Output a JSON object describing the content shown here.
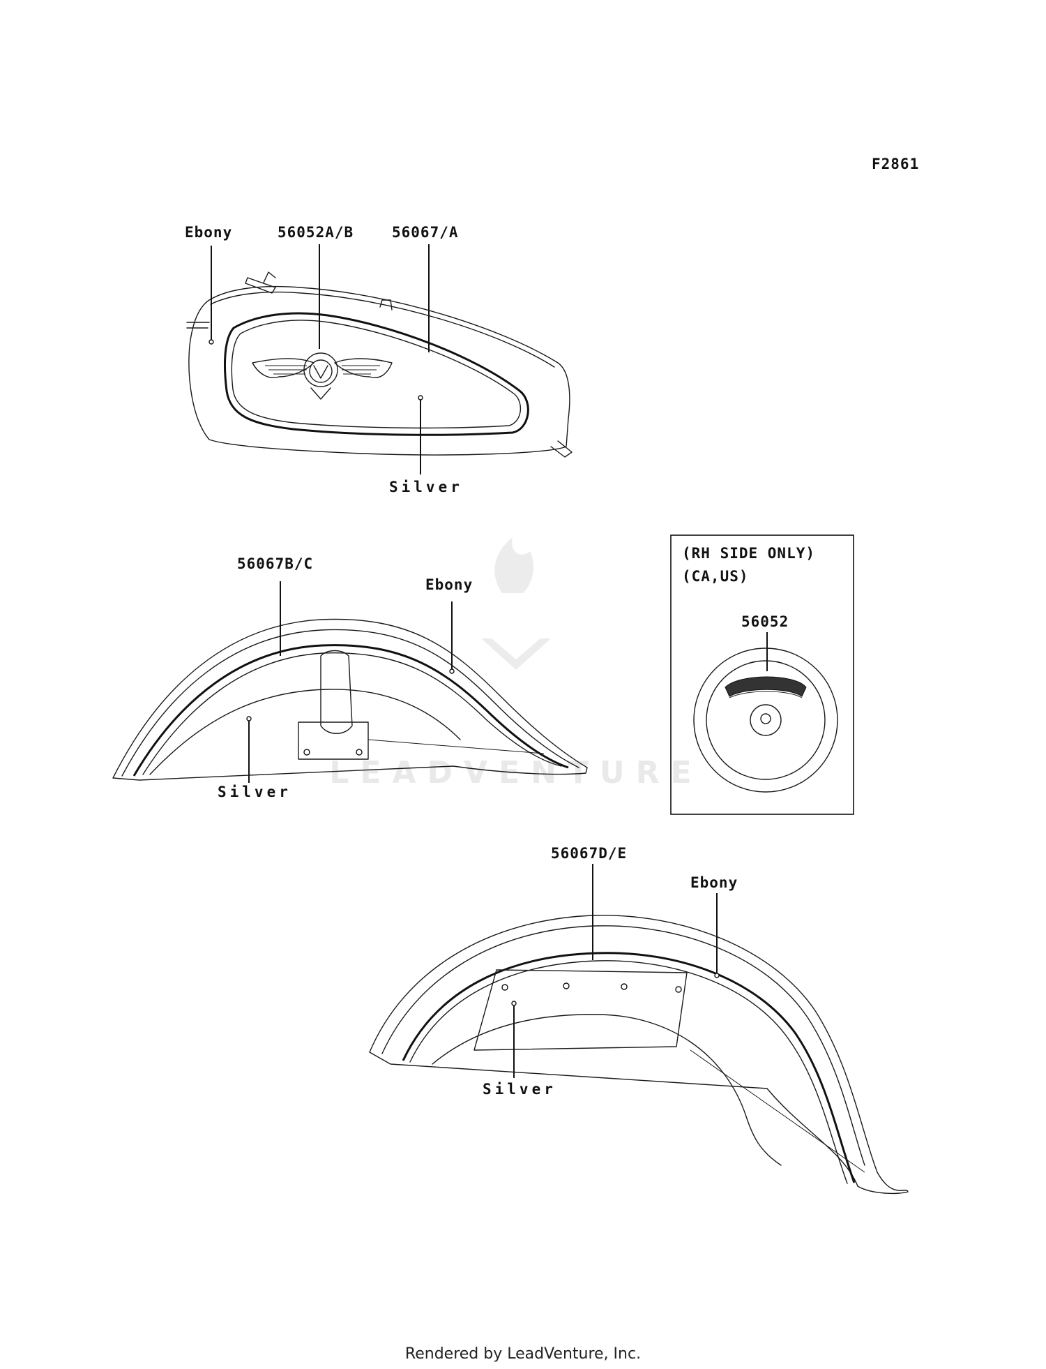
{
  "diagram_id": "F2861",
  "labels": {
    "tank_ebony": "Ebony",
    "tank_emblem": "56052A/B",
    "tank_stripe": "56067/A",
    "tank_silver": "Silver",
    "front_stripe": "56067B/C",
    "front_ebony": "Ebony",
    "front_silver": "Silver",
    "rear_stripe": "56067D/E",
    "rear_ebony": "Ebony",
    "rear_silver": "Silver",
    "box_line1": "(RH SIDE ONLY)",
    "box_line2": "(CA,US)",
    "box_part": "56052"
  },
  "watermark": "LEADVENTURE",
  "footer": "Rendered by LeadVenture, Inc."
}
